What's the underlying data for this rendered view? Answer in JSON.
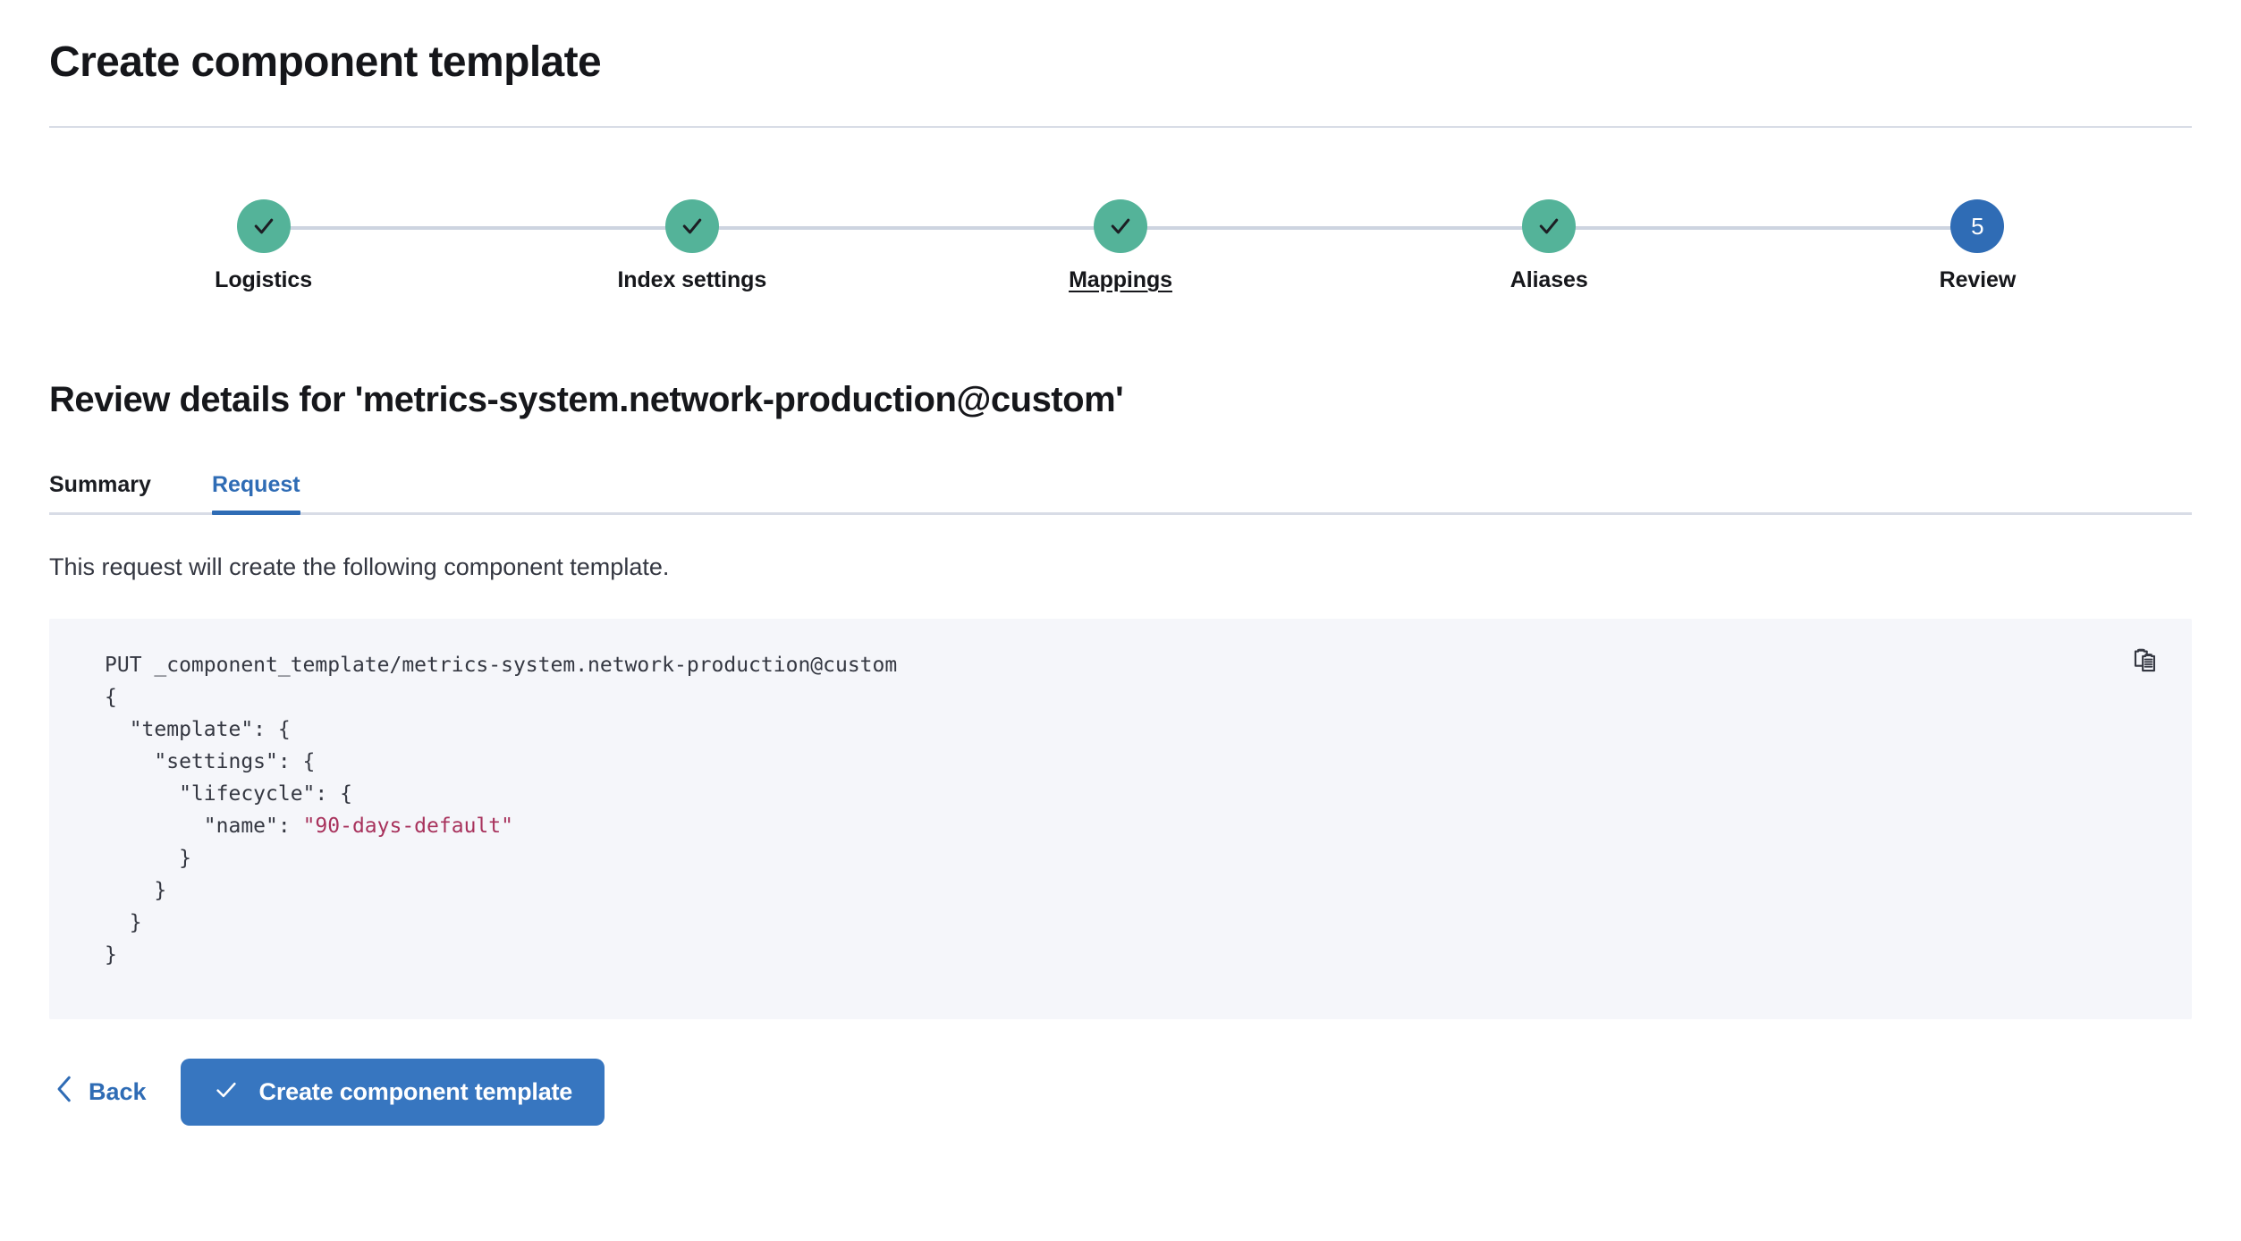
{
  "page": {
    "title": "Create component template"
  },
  "stepper": {
    "steps": [
      {
        "label": "Logistics",
        "state": "complete",
        "number": "1",
        "icon": "check-icon"
      },
      {
        "label": "Index settings",
        "state": "complete",
        "number": "2",
        "icon": "check-icon"
      },
      {
        "label": "Mappings",
        "state": "complete",
        "number": "3",
        "icon": "check-icon",
        "hovered": true
      },
      {
        "label": "Aliases",
        "state": "complete",
        "number": "4",
        "icon": "check-icon"
      },
      {
        "label": "Review",
        "state": "current",
        "number": "5",
        "icon": ""
      }
    ]
  },
  "review": {
    "heading": "Review details for 'metrics-system.network-production@custom'",
    "tabs": [
      {
        "label": "Summary",
        "active": false
      },
      {
        "label": "Request",
        "active": true
      }
    ],
    "description": "This request will create the following component template.",
    "code": {
      "method_and_path": "PUT _component_template/metrics-system.network-production@custom",
      "line_open_root": "{",
      "line_template": "  \"template\": {",
      "line_settings": "    \"settings\": {",
      "line_lifecycle": "      \"lifecycle\": {",
      "line_name_key": "        \"name\": ",
      "line_name_value": "\"90-days-default\"",
      "line_close_1": "      }",
      "line_close_2": "    }",
      "line_close_3": "  }",
      "line_close_4": "}"
    },
    "copy_button_name": "copy-to-clipboard-icon"
  },
  "actions": {
    "back_label": "Back",
    "back_icon": "chevron-left-icon",
    "submit_label": "Create component template",
    "submit_icon": "check-icon"
  },
  "colors": {
    "complete_step": "#54b399",
    "current_step": "#2f6cb5",
    "accent": "#2f6cb5",
    "primary_button": "#3776c0",
    "code_bg": "#f5f6fa",
    "code_string": "#a8325c"
  }
}
